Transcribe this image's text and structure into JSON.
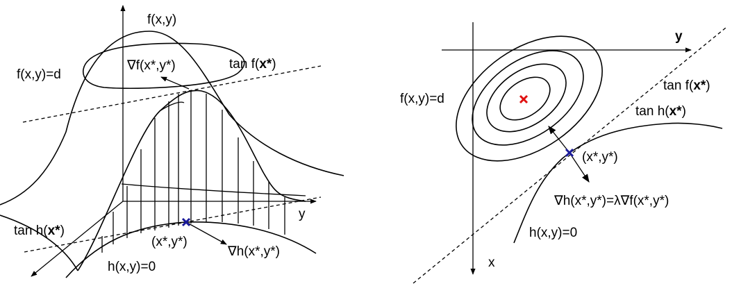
{
  "left_figure": {
    "fxy_top": "f(x,y)",
    "level_set": "f(x,y)=d",
    "grad_f": "∇f(x*,y*)",
    "tan_f_prefix": "tan f(",
    "tan_f_bold": "x*",
    "tan_f_suffix": ")",
    "y_axis": "y",
    "tan_h_prefix": "tan h(",
    "tan_h_bold": "x*",
    "tan_h_suffix": ")",
    "point": "(x*,y*)",
    "grad_h": "∇h(x*,y*)",
    "constraint": "h(x,y)=0"
  },
  "right_figure": {
    "y_axis": "y",
    "level_set": "f(x,y)=d",
    "tan_f_prefix": "tan f(",
    "tan_f_bold": "x*",
    "tan_f_suffix": ")",
    "tan_h_prefix": "tan h(",
    "tan_h_bold": "x*",
    "tan_h_suffix": ")",
    "point": "(x*,y*)",
    "lagrange": "∇h(x*,y*)=λ∇f(x*,y*)",
    "constraint": "h(x,y)=0",
    "x_axis": "x"
  },
  "colors": {
    "constrained_point": "#1a1a9a",
    "unconstrained_max": "#e01010",
    "stroke": "#000000"
  }
}
